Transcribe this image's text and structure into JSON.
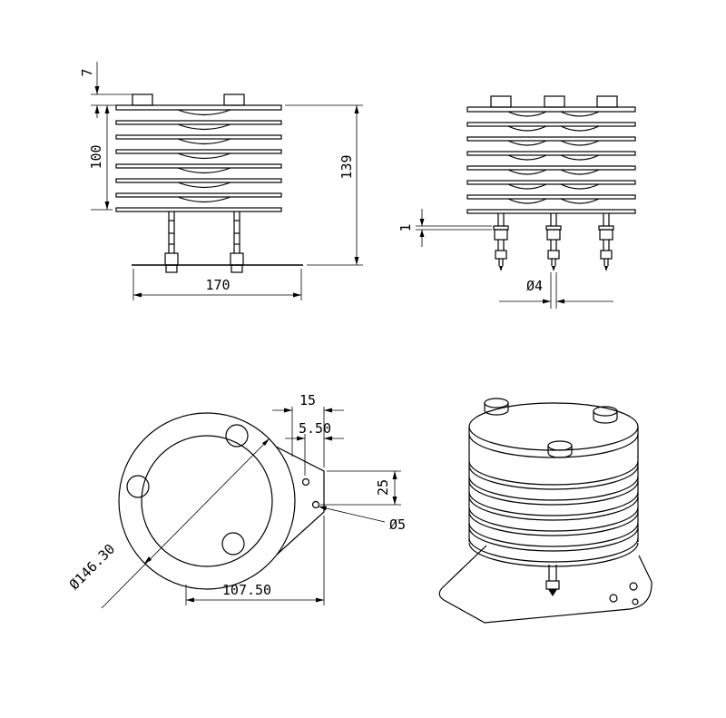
{
  "meta": {
    "background_color": "#ffffff",
    "line_color": "#000000",
    "drawing_type": "engineering-drawing-louvered-radiation-shield"
  },
  "views": {
    "front": {
      "dims": {
        "cap_height": "7",
        "louver_height": "100",
        "overall_height": "139",
        "base_width": "170"
      }
    },
    "side": {
      "dims": {
        "washer_thickness": "1",
        "bolt_diameter": "Ø4"
      }
    },
    "bottom": {
      "dims": {
        "tab_width": "15",
        "hole_edge_offset": "5.50",
        "hole_spacing": "25",
        "tab_hole_diameter": "Ø5",
        "flange_diameter": "Ø146.30",
        "mount_span": "107.50"
      }
    }
  }
}
